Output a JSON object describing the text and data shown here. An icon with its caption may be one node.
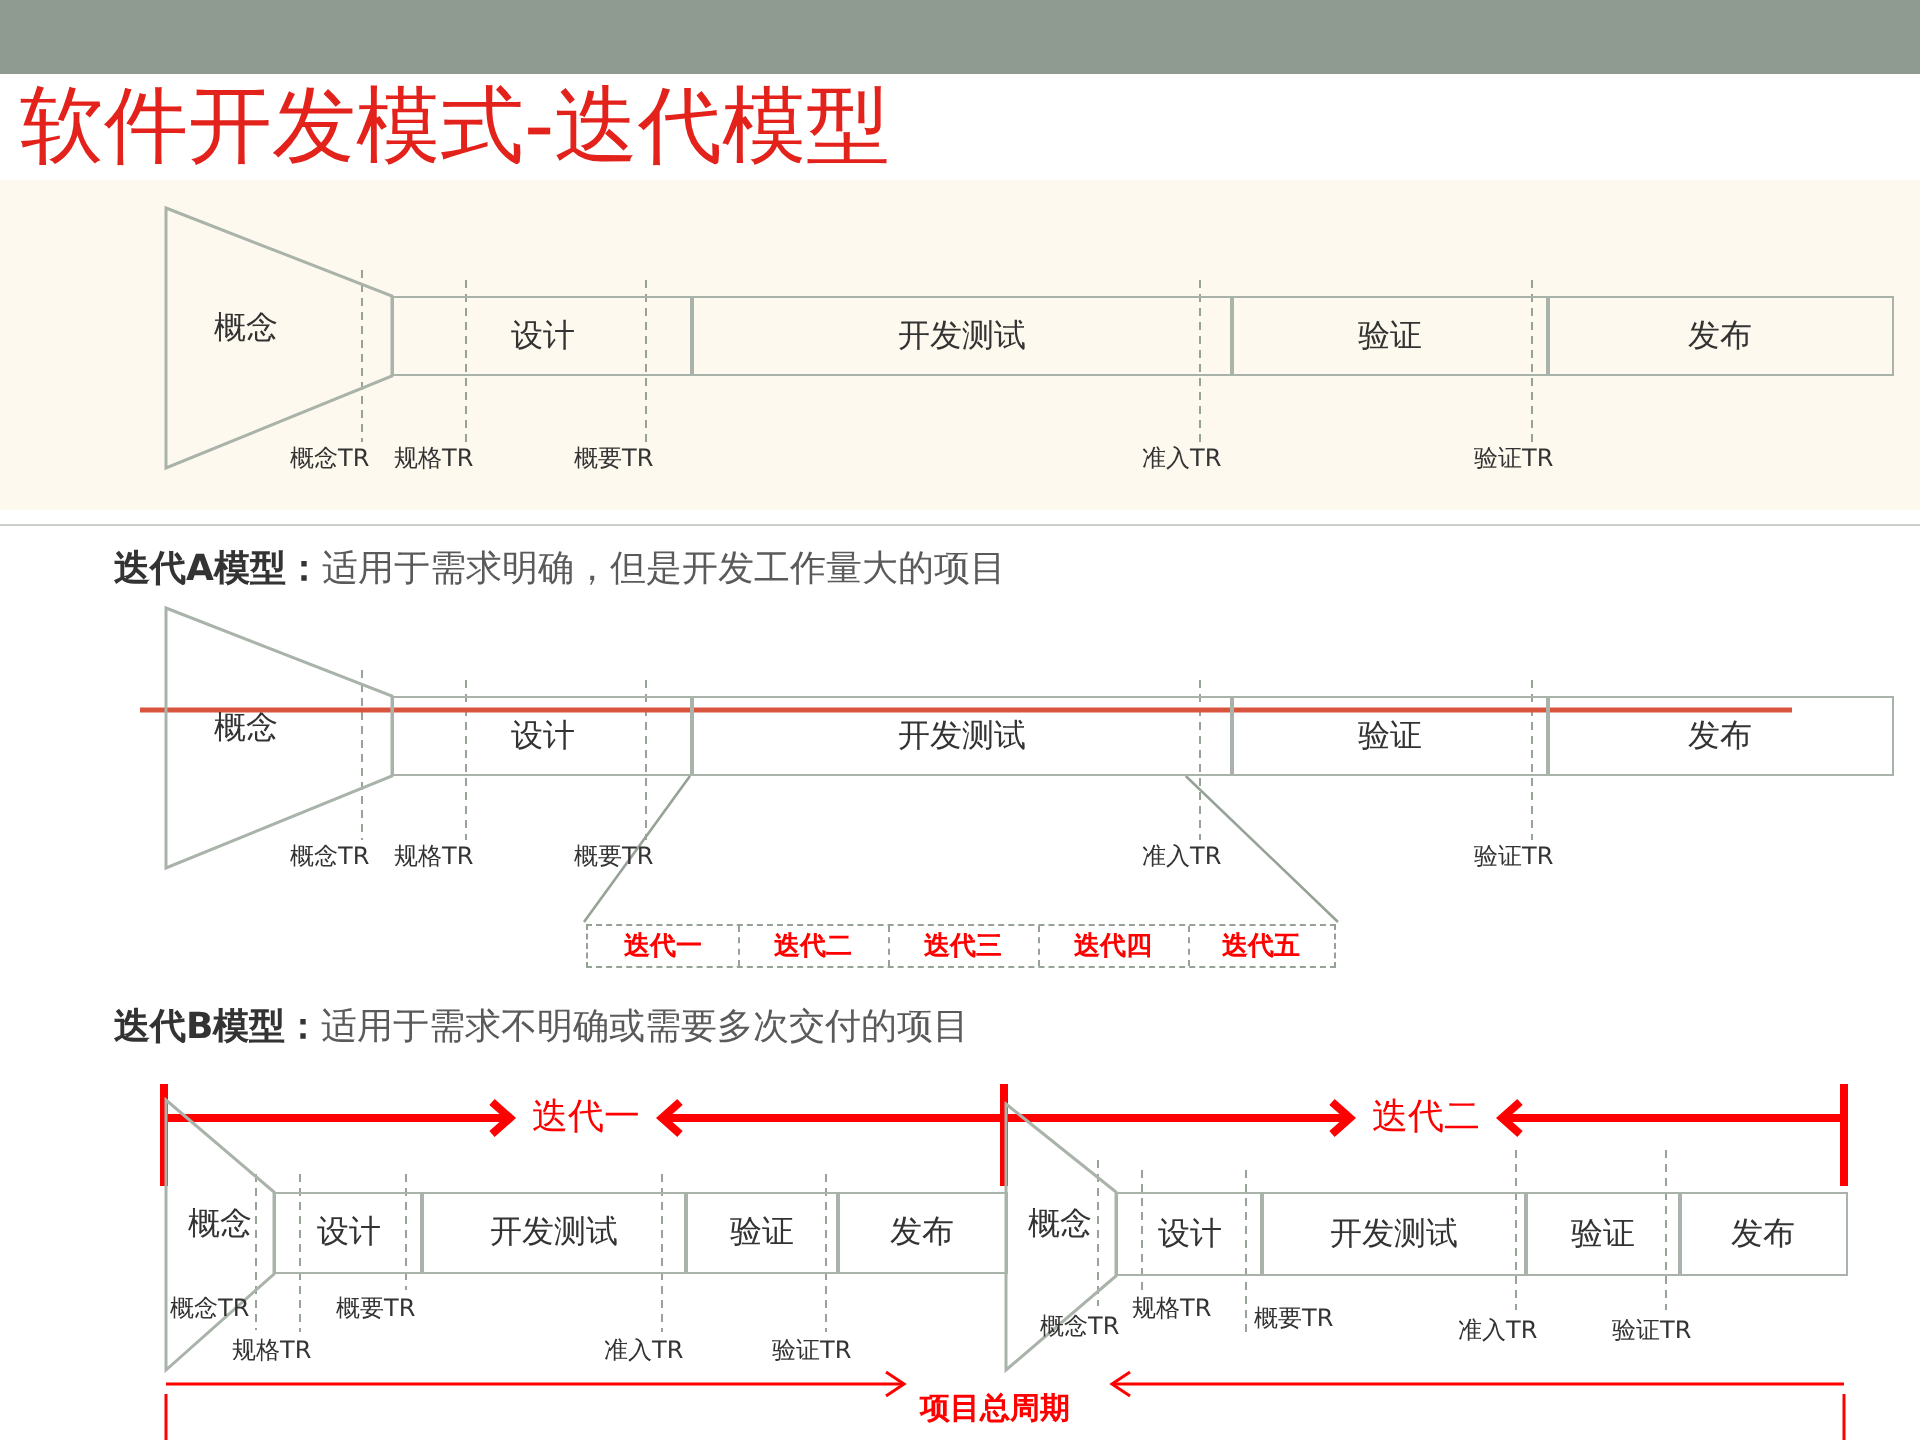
{
  "diagram": {
    "title": "软件开发模式-迭代模型",
    "nodes": [
      {
        "text": [
          "概念"
        ]
      },
      {
        "text": [
          "设计"
        ]
      },
      {
        "text": [
          "开发测试"
        ]
      },
      {
        "text": [
          "验证"
        ]
      },
      {
        "text": [
          "发布"
        ]
      },
      {
        "text": [
          "概念"
        ]
      },
      {
        "text": [
          "设计"
        ]
      },
      {
        "text": [
          "开发测试"
        ]
      },
      {
        "text": [
          "验证"
        ]
      },
      {
        "text": [
          "发布"
        ]
      },
      {
        "text": [],
        "shape": "box"
      },
      {
        "text": [
          "迭代一"
        ],
        "in": 10
      },
      {
        "text": [
          "迭代二"
        ],
        "in": 10
      },
      {
        "text": [
          "迭代三"
        ],
        "in": 10
      },
      {
        "text": [
          "迭代四"
        ],
        "in": 10
      },
      {
        "text": [
          "迭代五"
        ],
        "in": 10
      },
      {
        "text": [
          "概念"
        ]
      },
      {
        "text": [
          "设计"
        ]
      },
      {
        "text": [
          "开发测试"
        ]
      },
      {
        "text": [
          "验证"
        ]
      },
      {
        "text": [
          "发布"
        ]
      },
      {
        "text": [
          "概念"
        ]
      },
      {
        "text": [
          "设计"
        ]
      },
      {
        "text": [
          "开发测试"
        ]
      },
      {
        "text": [
          "验证"
        ]
      },
      {
        "text": [
          "发布"
        ]
      }
    ],
    "edges": [
      {
        "from": 7,
        "to": 10,
        "arrow": "none"
      },
      {
        "from": 7,
        "to": 10,
        "arrow": "none"
      }
    ],
    "labels": [
      "概念TR",
      "规格TR",
      "概要TR",
      "准入TR",
      "验证TR",
      "**迭代A模型：**适用于需求明确，但是开发工作量大的项目",
      "概念TR",
      "规格TR",
      "概要TR",
      "准入TR",
      "验证TR",
      "**迭代B模型：**适用于需求不明确或需要多次交付的项目",
      "迭代一",
      "迭代二",
      "概念TR",
      "规格TR",
      "概要TR",
      "准入TR",
      "验证TR",
      "概念TR",
      "规格TR",
      "概要TR",
      "准入TR",
      "验证TR",
      "项目总周期"
    ]
  }
}
